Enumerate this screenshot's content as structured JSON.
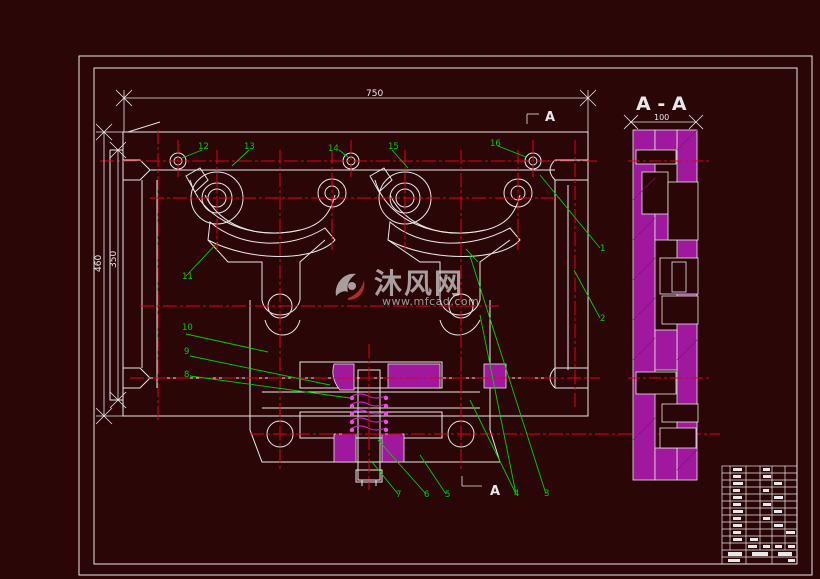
{
  "drawing": {
    "dimensions": {
      "width_750": "750",
      "height_460": "460",
      "height_350": "350",
      "section_width_100": "100"
    },
    "section_mark": "A",
    "section_title": "A - A",
    "balloons": [
      "1",
      "2",
      "3",
      "4",
      "5",
      "6",
      "7",
      "8",
      "9",
      "10",
      "11",
      "12",
      "13",
      "14",
      "15",
      "16"
    ]
  },
  "watermark": {
    "cn_text": "沐风网",
    "url": "www.mfcad.com"
  },
  "colors": {
    "background": "#2a0706",
    "outline": "#e8e8e8",
    "centerline": "#e0001a",
    "leader": "#00d000",
    "section_fill": "#a0189e",
    "hatch": "#c020c0"
  }
}
